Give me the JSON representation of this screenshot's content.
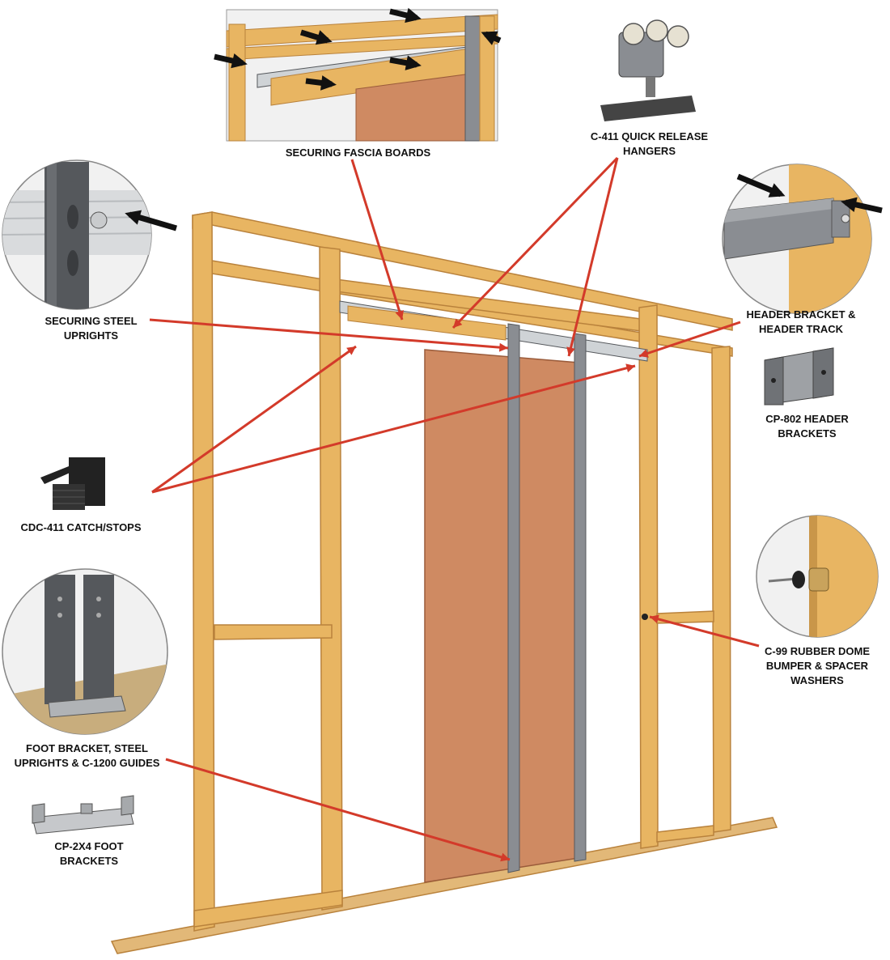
{
  "colors": {
    "wood": "#e8b562",
    "wood_dark": "#b9823c",
    "door": "#cf8a62",
    "steel": "#8a8d92",
    "steel_dark": "#55585c",
    "track": "#cfd3d6",
    "leader": "#d33a2a",
    "detail_bg": "#f1f1f1",
    "floor_plate": "#e2b878"
  },
  "labels": {
    "fascia": "SECURING FASCIA BOARDS",
    "hangers": [
      "C-411 QUICK RELEASE",
      "HANGERS"
    ],
    "uprights": [
      "SECURING STEEL",
      "UPRIGHTS"
    ],
    "header": [
      "HEADER BRACKET &",
      "HEADER TRACK"
    ],
    "cp802": [
      "CP-802 HEADER",
      "BRACKETS"
    ],
    "catch": "CDC-411 CATCH/STOPS",
    "bumper": [
      "C-99 RUBBER DOME",
      "BUMPER & SPACER",
      "WASHERS"
    ],
    "foot": [
      "FOOT BRACKET, STEEL",
      "UPRIGHTS & C-1200 GUIDES"
    ],
    "cp2x4": [
      "CP-2X4 FOOT",
      "BRACKETS"
    ]
  },
  "icons": {
    "hanger": "roller-hanger-icon",
    "cp802": "u-bracket-icon",
    "catch": "catch-stop-icon",
    "foot": "foot-bracket-icon"
  }
}
